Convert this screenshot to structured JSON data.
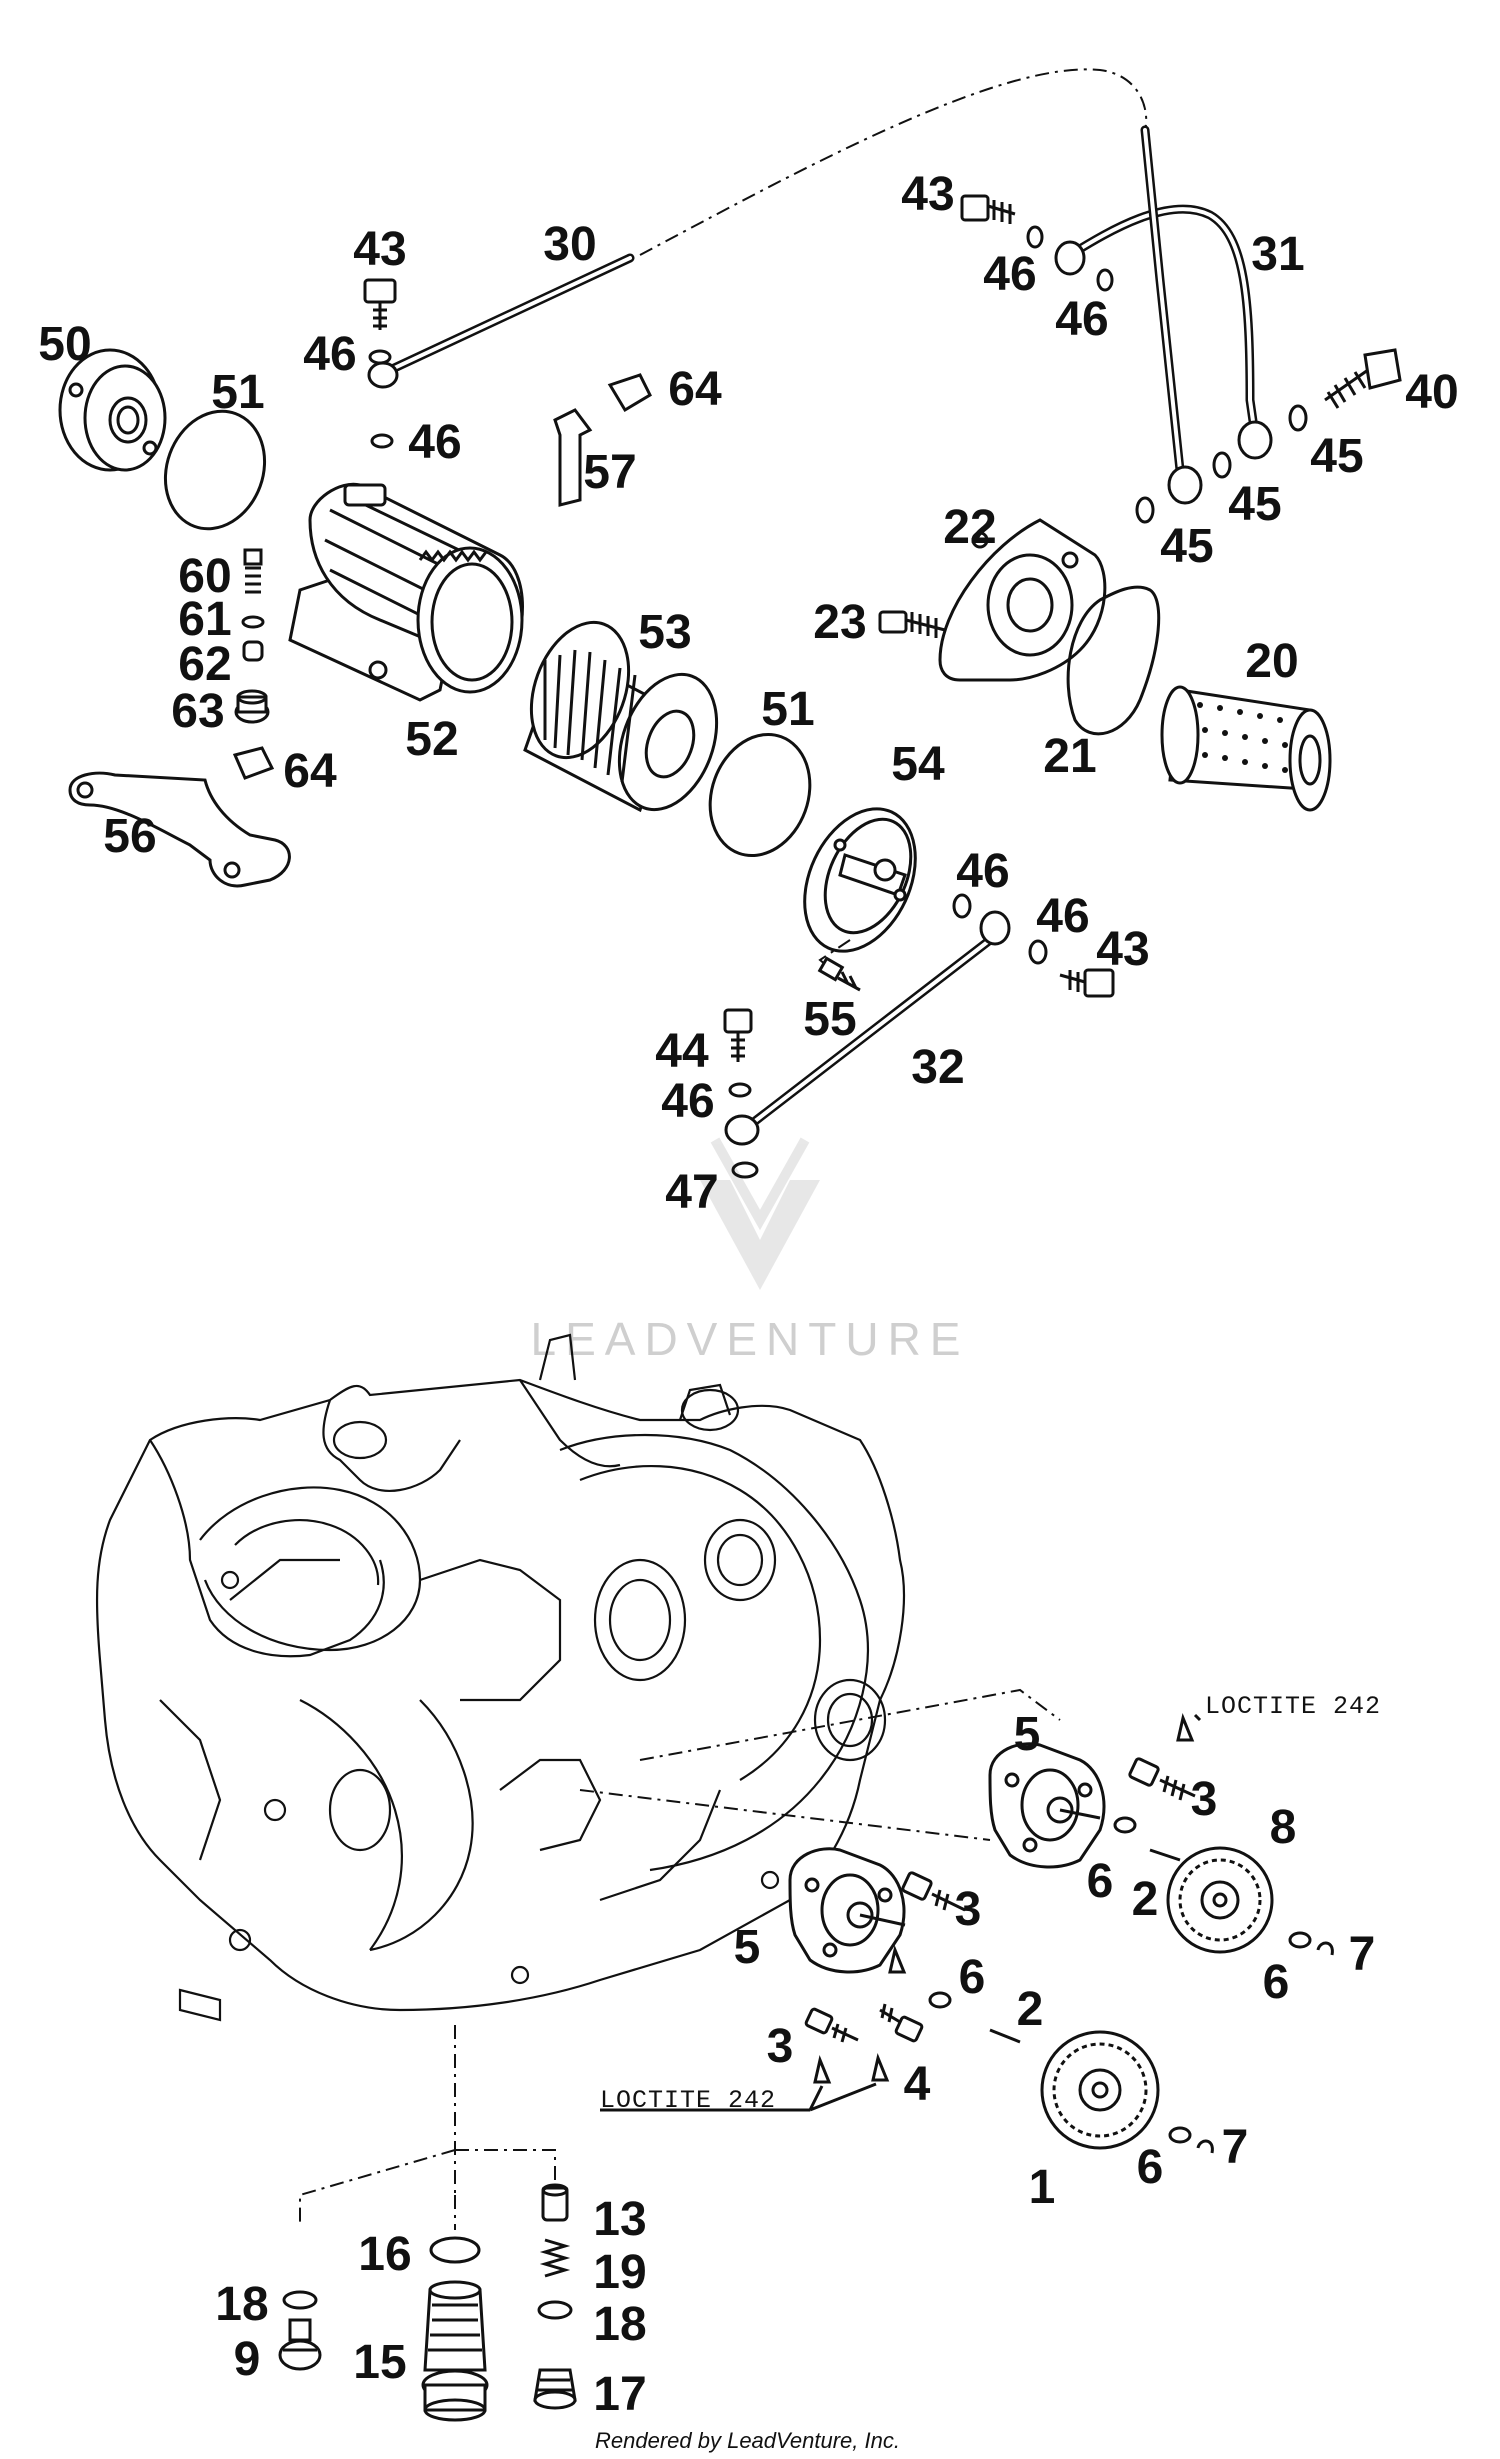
{
  "watermark": "LEADVENTURE",
  "credit": "Rendered by LeadVenture, Inc.",
  "notes": [
    "LOCTITE 242",
    "LOCTITE 242"
  ],
  "callouts": [
    "43",
    "30",
    "46",
    "46",
    "50",
    "51",
    "64",
    "57",
    "43",
    "46",
    "46",
    "31",
    "40",
    "45",
    "45",
    "45",
    "60",
    "61",
    "62",
    "63",
    "53",
    "52",
    "22",
    "23",
    "20",
    "21",
    "64",
    "56",
    "51",
    "54",
    "46",
    "46",
    "43",
    "55",
    "44",
    "32",
    "46",
    "47",
    "5",
    "3",
    "8",
    "6",
    "2",
    "5",
    "3",
    "6",
    "6",
    "7",
    "2",
    "3",
    "4",
    "1",
    "6",
    "7",
    "13",
    "16",
    "19",
    "18",
    "18",
    "9",
    "15",
    "17"
  ]
}
